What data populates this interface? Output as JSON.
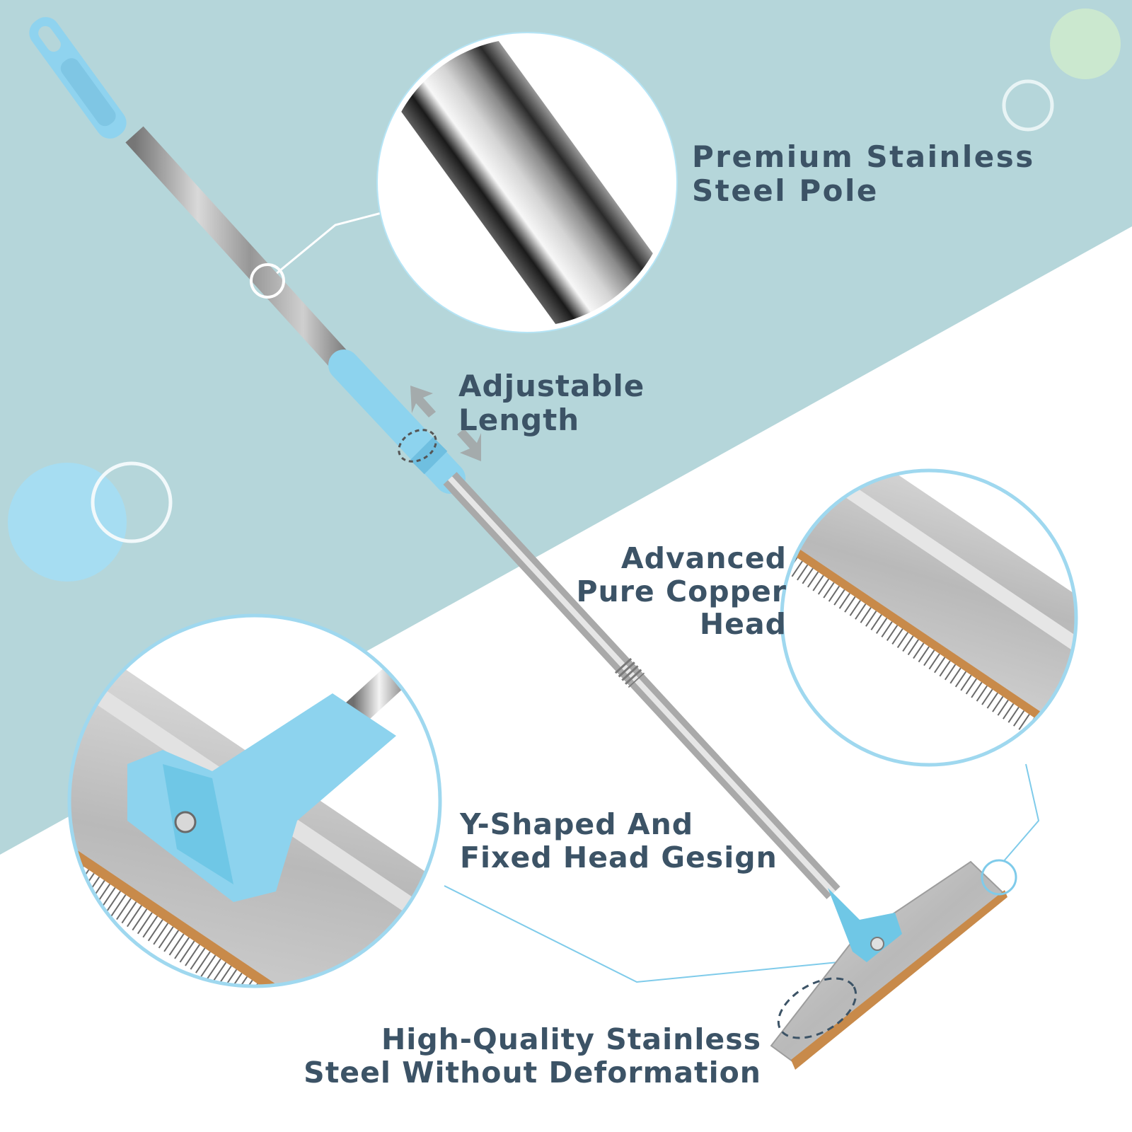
{
  "features": {
    "pole": {
      "line1": "Premium Stainless",
      "line2": "Steel Pole"
    },
    "length": {
      "line1": "Adjustable",
      "line2": "Length"
    },
    "copper": {
      "line1": "Advanced",
      "line2": "Pure Copper",
      "line3": "Head"
    },
    "yhead": {
      "line1": "Y-Shaped And",
      "line2": "Fixed Head Gesign"
    },
    "steel": {
      "line1": "High-Quality Stainless",
      "line2": "Steel Without Deformation"
    }
  },
  "colors": {
    "background_teal": "#b5d6da",
    "background_white": "#ffffff",
    "accent_blue": "#7fcbea",
    "handle_blue": "#8dd3ee",
    "text": "#3c5366",
    "bubble_blue": "#a6ddf2",
    "bubble_green": "#cbe8cf",
    "copper": "#c88a4a",
    "steel": "#c8c8c8"
  }
}
